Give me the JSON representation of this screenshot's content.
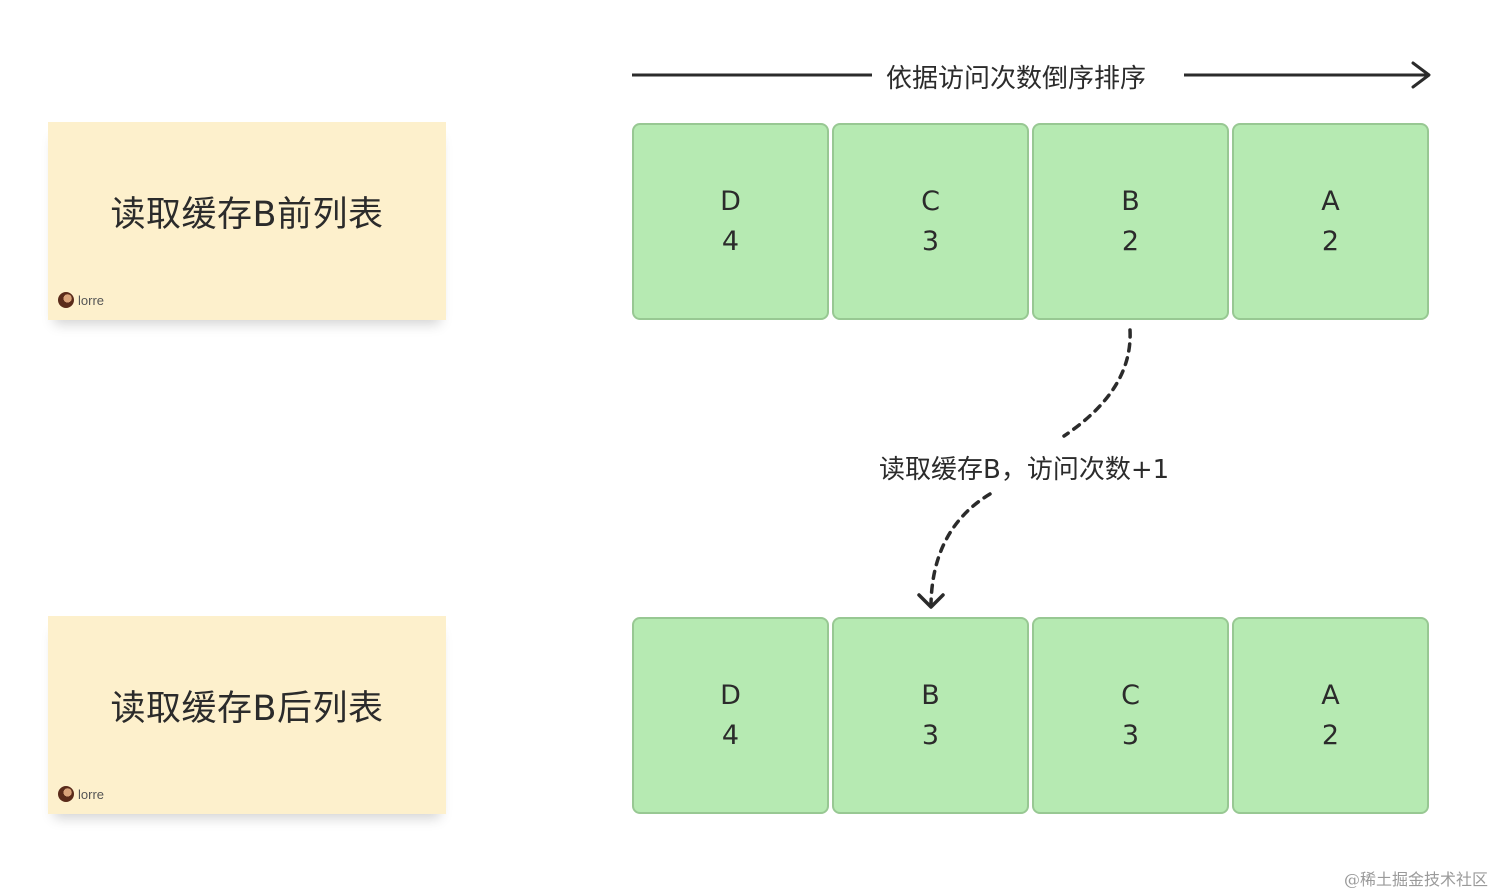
{
  "sort_label": "依据访问次数倒序排序",
  "action_label": "读取缓存B，访问次数+1",
  "notes": {
    "before": {
      "title": "读取缓存B前列表",
      "author": "lorre"
    },
    "after": {
      "title": "读取缓存B后列表",
      "author": "lorre"
    }
  },
  "list_before": [
    {
      "key": "D",
      "count": "4"
    },
    {
      "key": "C",
      "count": "3"
    },
    {
      "key": "B",
      "count": "2"
    },
    {
      "key": "A",
      "count": "2"
    }
  ],
  "list_after": [
    {
      "key": "D",
      "count": "4"
    },
    {
      "key": "B",
      "count": "3"
    },
    {
      "key": "C",
      "count": "3"
    },
    {
      "key": "A",
      "count": "2"
    }
  ],
  "watermark": "@稀土掘金技术社区",
  "colors": {
    "cell_fill": "#b6eab2",
    "cell_border": "#98c893",
    "note_fill": "#fdf0cc",
    "line": "#2b2b2b"
  }
}
